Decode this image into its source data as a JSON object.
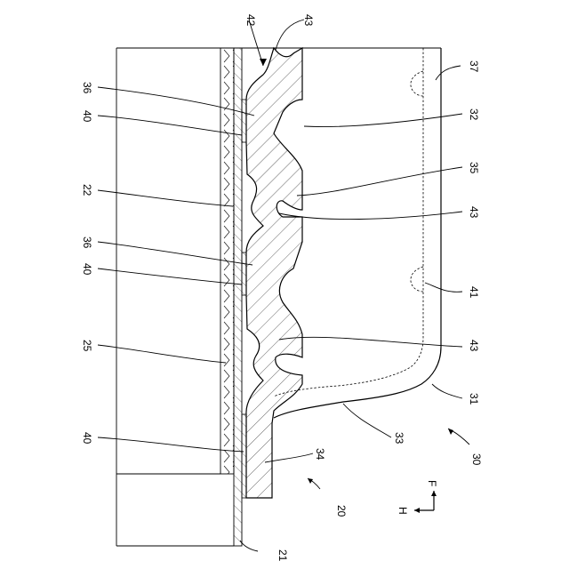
{
  "figure": {
    "refs": {
      "r42": "42",
      "r43_top": "43",
      "r37": "37",
      "r36_top": "36",
      "r40_top": "40",
      "r32": "32",
      "r22": "22",
      "r35": "35",
      "r43_mid": "43",
      "r36_mid": "36",
      "r40_mid": "40",
      "r41": "41",
      "r25": "25",
      "r43_low": "43",
      "r31": "31",
      "r40_bottom": "40",
      "r33": "33",
      "r34": "34",
      "r30": "30",
      "r20": "20",
      "r21": "21"
    },
    "axes": {
      "h": "H",
      "f": "F"
    }
  }
}
